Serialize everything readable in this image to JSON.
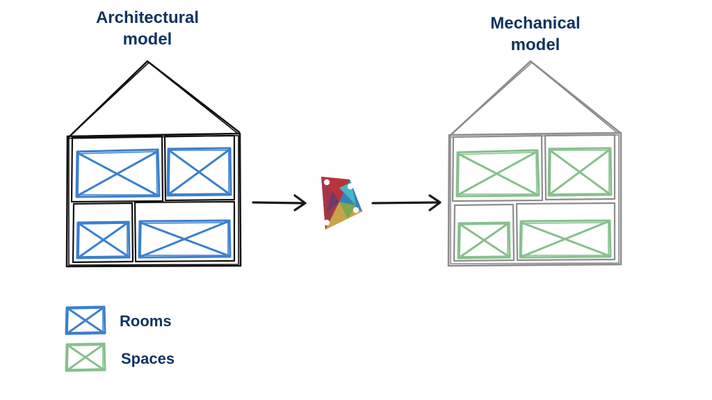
{
  "titles": {
    "architectural_line1": "Architectural",
    "architectural_line2": "model",
    "mechanical_line1": "Mechanical",
    "mechanical_line2": "model"
  },
  "legend": {
    "rooms": "Rooms",
    "spaces": "Spaces"
  },
  "colors": {
    "title_text": "#0f3460",
    "architectural_outline": "#111111",
    "mechanical_outline": "#8c8c8c",
    "rooms": "#3b7fd0",
    "spaces": "#86c08c",
    "arrow": "#1a1a1a"
  },
  "icons": {
    "center_logo": "dynamo-logo-icon"
  }
}
